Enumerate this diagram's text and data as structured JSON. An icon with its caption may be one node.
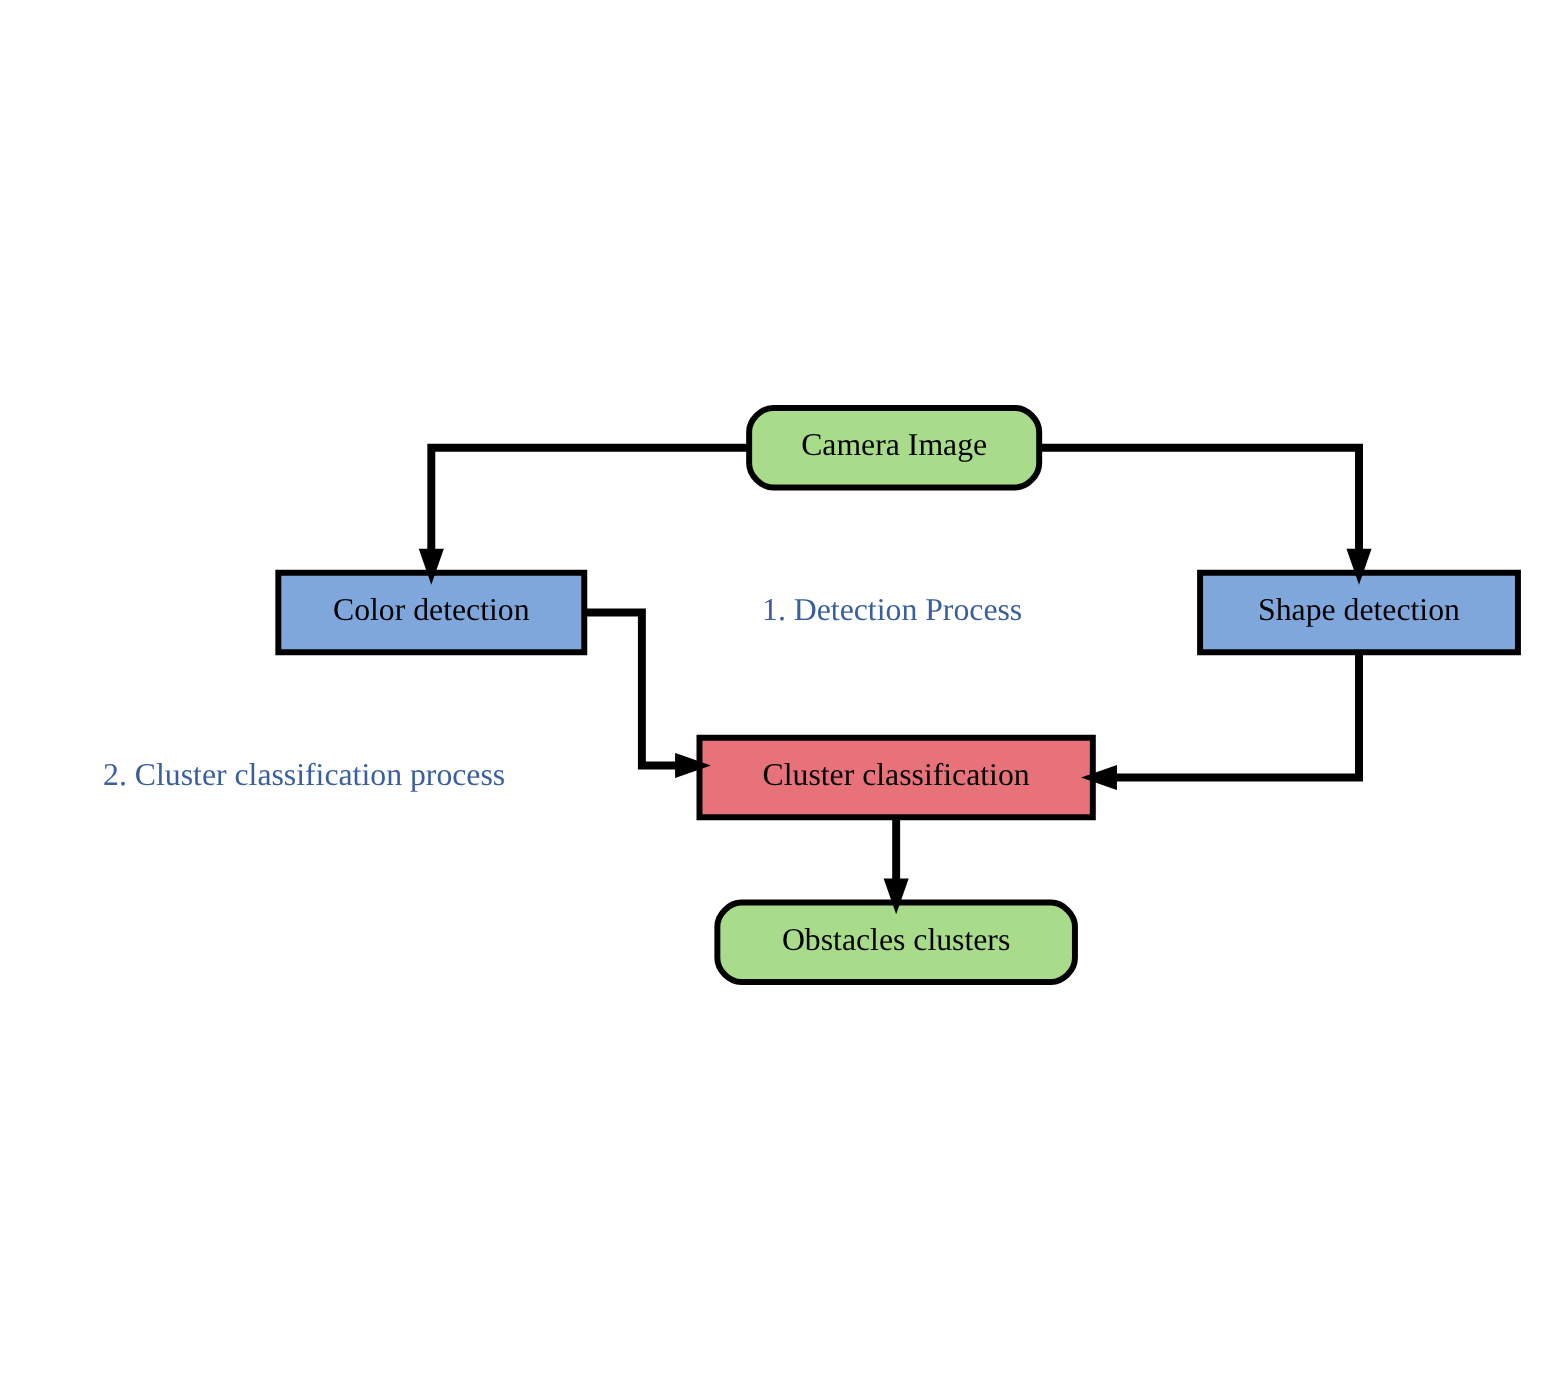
{
  "diagram": {
    "nodes": [
      {
        "text": [
          "Camera Image"
        ]
      },
      {
        "text": [
          "Shape detection"
        ]
      },
      {
        "text": [
          "Color detection"
        ]
      },
      {
        "text": [
          "Cluster classification"
        ]
      },
      {
        "text": [
          "Obstacles clusters"
        ]
      }
    ],
    "edges": [
      {
        "from": 0,
        "to": 1,
        "arrow": "to"
      },
      {
        "from": 0,
        "to": 2,
        "arrow": "to"
      },
      {
        "from": 1,
        "to": 3,
        "arrow": "to"
      },
      {
        "from": 2,
        "to": 3,
        "arrow": "to"
      },
      {
        "from": 3,
        "to": 4,
        "arrow": "to"
      }
    ],
    "labels": [
      "1. Detection Process",
      "2. Cluster classification process"
    ]
  }
}
